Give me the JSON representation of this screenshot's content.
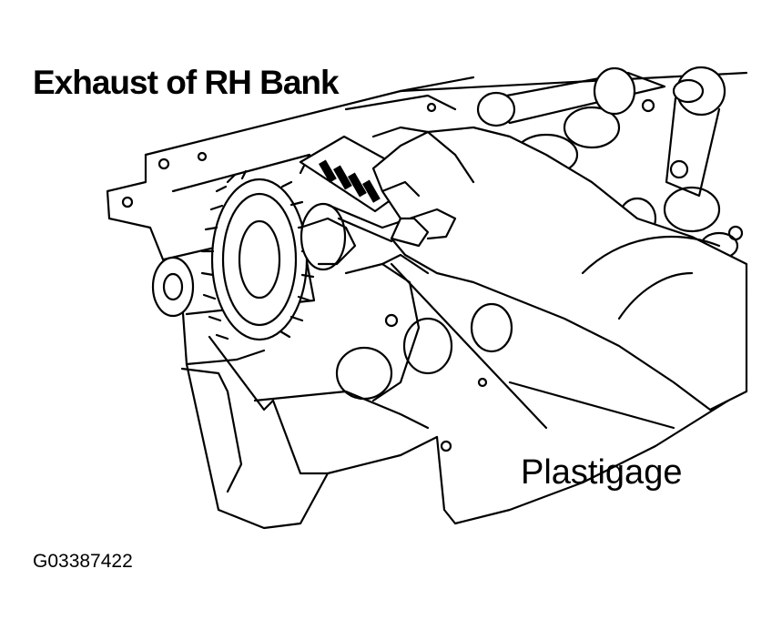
{
  "title": "Exhaust of RH Bank",
  "callout_label": "Plastigage",
  "figure_id": "G03387422",
  "colors": {
    "line": "#000000",
    "background": "#ffffff"
  }
}
